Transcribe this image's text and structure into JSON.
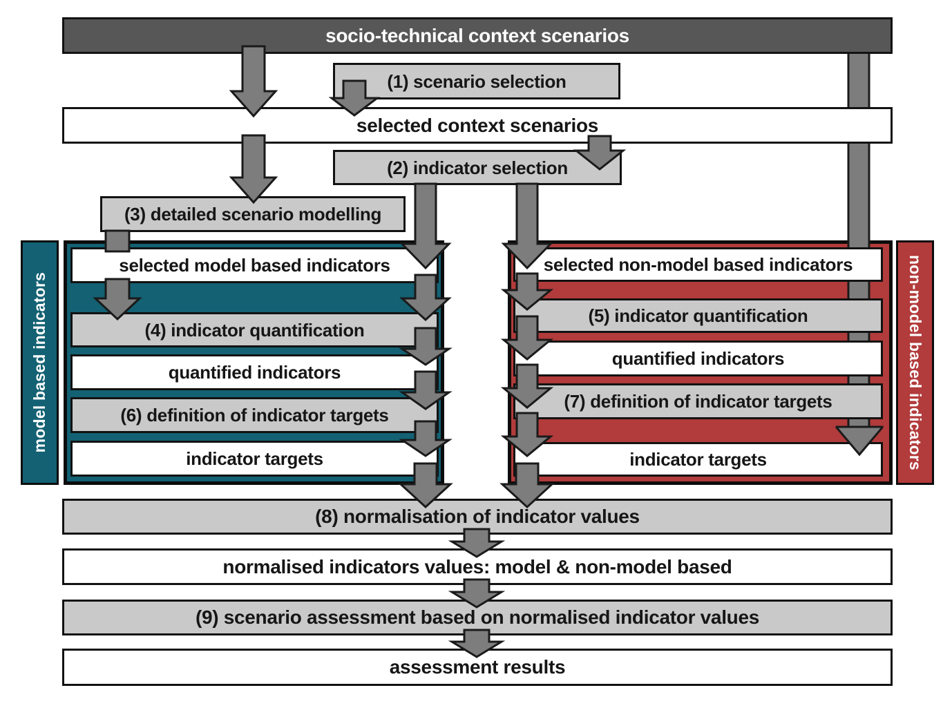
{
  "colors": {
    "teal": "#136173",
    "red": "#b23b3b",
    "dark_bar": "#575757",
    "box_gray": "#c9c9c9",
    "arrow_gray": "#7d7d7d"
  },
  "header": {
    "title": "socio-technical context scenarios"
  },
  "steps": {
    "scenario_selection": "(1) scenario selection",
    "selected_context": "selected context scenarios",
    "indicator_selection": "(2) indicator selection",
    "detailed_modelling": "(3) detailed scenario modelling"
  },
  "model_panel": {
    "side_label": "model based indicators",
    "rows": [
      {
        "label": "selected model based indicators",
        "kind": "result"
      },
      {
        "label": "(4) indicator quantification",
        "kind": "process"
      },
      {
        "label": "quantified indicators",
        "kind": "result"
      },
      {
        "label": "(6) definition of indicator targets",
        "kind": "process"
      },
      {
        "label": "indicator targets",
        "kind": "result"
      }
    ]
  },
  "non_model_panel": {
    "side_label": "non-model based indicators",
    "rows": [
      {
        "label": "selected non-model based indicators",
        "kind": "result"
      },
      {
        "label": "(5) indicator quantification",
        "kind": "process"
      },
      {
        "label": "quantified indicators",
        "kind": "result"
      },
      {
        "label": "(7) definition of indicator targets",
        "kind": "process"
      },
      {
        "label": "indicator targets",
        "kind": "result"
      }
    ]
  },
  "bottom": {
    "normalisation": "(8) normalisation of indicator values",
    "normalised_values": "normalised indicators values: model & non-model based",
    "assessment": "(9) scenario assessment based on normalised indicator values",
    "results": "assessment results"
  }
}
